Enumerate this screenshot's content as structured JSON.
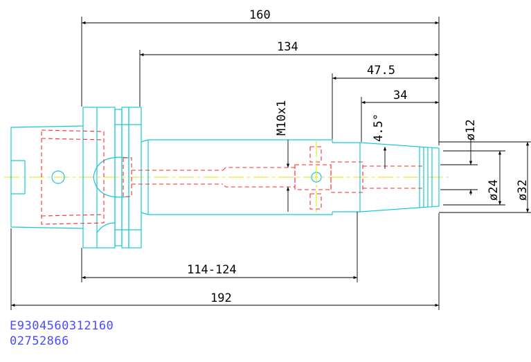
{
  "dimensions": {
    "overall_length": "160",
    "gauge_length": "134",
    "front_length": "47.5",
    "nose_length": "34",
    "adjust_range": "114-124",
    "total_length": "192",
    "thread": "M10x1",
    "taper_angle": "4.5°",
    "bore_diameter": "ø12",
    "nose_diameter": "ø24",
    "outer_diameter": "ø32"
  },
  "codes": {
    "article_number": "E9304560312160",
    "order_number": "02752866"
  },
  "colors": {
    "outline": "#19c8d6",
    "hidden": "#ff2a2a",
    "centerline": "#e6e600",
    "dimension": "#000000",
    "codes_text": "#4a4aff"
  }
}
